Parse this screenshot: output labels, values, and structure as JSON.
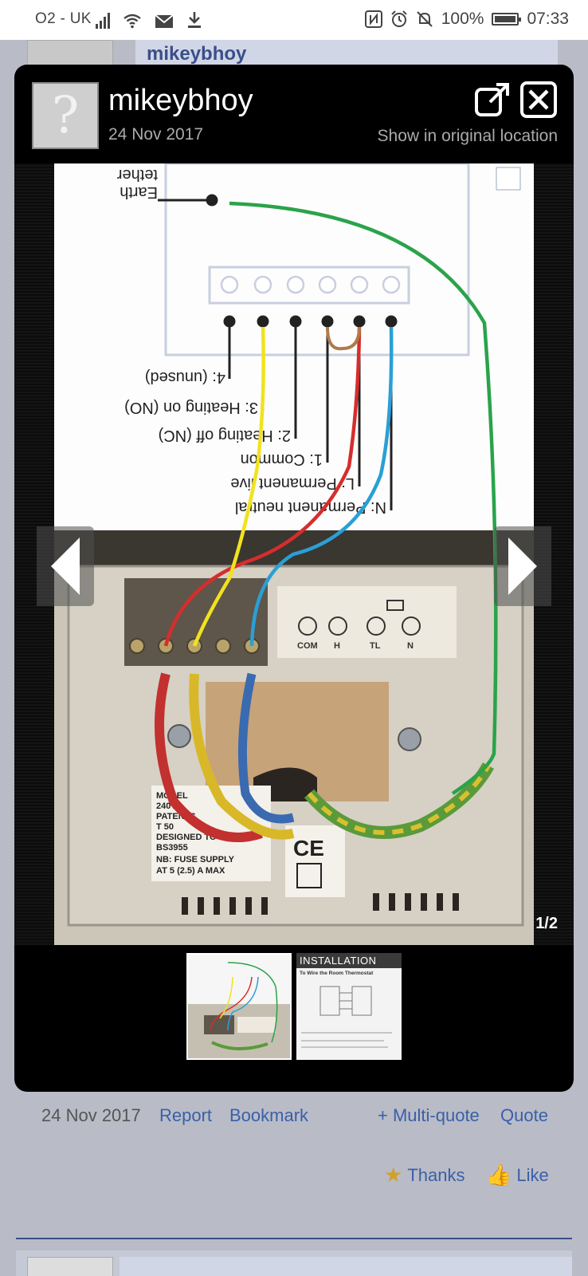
{
  "status_bar": {
    "carrier": "O2 - UK",
    "battery": "100%",
    "time": "07:33",
    "icons": [
      "signal-icon",
      "wifi-icon",
      "mail-icon",
      "download-icon",
      "nfc-icon",
      "alarm-icon",
      "mute-icon",
      "battery-icon"
    ]
  },
  "background_post": {
    "username": "mikeybhoy"
  },
  "lightbox": {
    "username": "mikeybhoy",
    "date": "24 Nov 2017",
    "show_original_label": "Show in original location",
    "counter": "1/2",
    "diagram_labels": {
      "earth": "Earth",
      "tether": "tether",
      "t4": "4: (unused)",
      "t3": "3: Heating on (NO)",
      "t2": "2: Heating off (NC)",
      "t1": "1: Common",
      "tl": "L: Permanent live",
      "tn": "N: Permanent neutral"
    },
    "device_labels": {
      "com": "COM",
      "h": "H",
      "tl": "TL",
      "n": "N",
      "model": "MODEL",
      "voltage": "240V",
      "patents": "PATENTS",
      "t50": "T 50",
      "designed": "DESIGNED TO MEET",
      "bs": "BS3955",
      "fuse1": "NB: FUSE SUPPLY",
      "fuse2": "AT 5 (2.5) A MAX",
      "ce": "CE"
    },
    "thumbnail_2": {
      "heading": "INSTALLATION",
      "subheading": "To Wire the Room Thermostat"
    }
  },
  "post_footer": {
    "date": "24 Nov 2017",
    "report": "Report",
    "bookmark": "Bookmark",
    "multiquote": "+ Multi-quote",
    "quote": "Quote",
    "thanks": "Thanks",
    "like": "Like"
  },
  "colors": {
    "wire_green": "#2aa34a",
    "wire_yellow": "#f2e21e",
    "wire_red": "#d62d2d",
    "wire_blue": "#2a9fd6",
    "wire_brown": "#b07a4a",
    "link": "#3a5faa"
  }
}
